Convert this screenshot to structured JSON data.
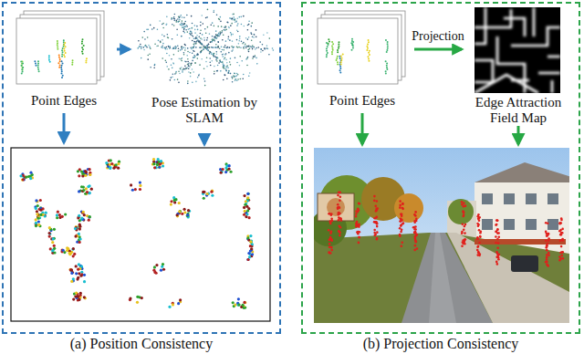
{
  "diagram": {
    "nodes": [
      {
        "text": [
          "(a) Position Consistency"
        ]
      },
      {
        "text": [
          "Point Edges"
        ],
        "in": 0
      },
      {
        "text": [
          "Pose Estimation by SLAM"
        ],
        "in": 0
      },
      {
        "text": [
          "(b) Projection Consistency"
        ]
      },
      {
        "text": [
          "Point Edges"
        ],
        "in": 3
      },
      {
        "text": [
          "Edge Attraction Field Map"
        ],
        "in": 3
      }
    ],
    "edges": [
      {
        "from": 1,
        "to": 2,
        "arrow": "to"
      },
      {
        "from": 4,
        "to": 5,
        "label": "Projection",
        "arrow": "to"
      }
    ]
  }
}
